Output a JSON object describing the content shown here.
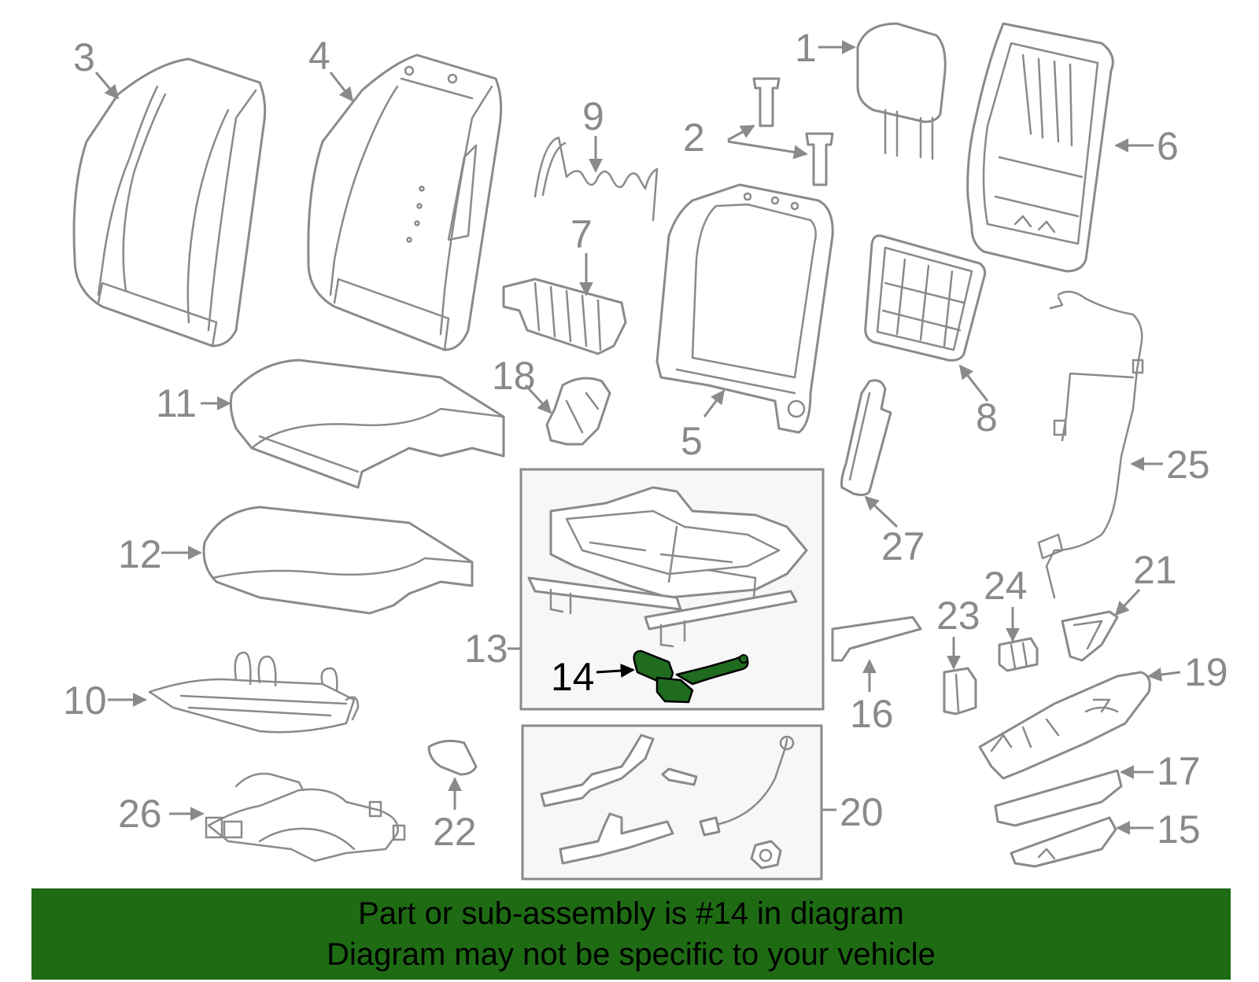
{
  "diagram": {
    "highlighted_part": "14",
    "colors": {
      "line": "#8a8a8a",
      "highlight": "#1f6b1f",
      "banner": "#1e6b14"
    },
    "labels": {
      "l1": "1",
      "l2": "2",
      "l3": "3",
      "l4": "4",
      "l5": "5",
      "l6": "6",
      "l7": "7",
      "l8": "8",
      "l9": "9",
      "l10": "10",
      "l11": "11",
      "l12": "12",
      "l13": "13",
      "l14": "14",
      "l15": "15",
      "l16": "16",
      "l17": "17",
      "l18": "18",
      "l19": "19",
      "l20": "20",
      "l21": "21",
      "l22": "22",
      "l23": "23",
      "l24": "24",
      "l25": "25",
      "l26": "26",
      "l27": "27"
    }
  },
  "banner": {
    "line1": "Part or sub-assembly is #14 in diagram",
    "line2": "Diagram may not be specific to your vehicle"
  }
}
